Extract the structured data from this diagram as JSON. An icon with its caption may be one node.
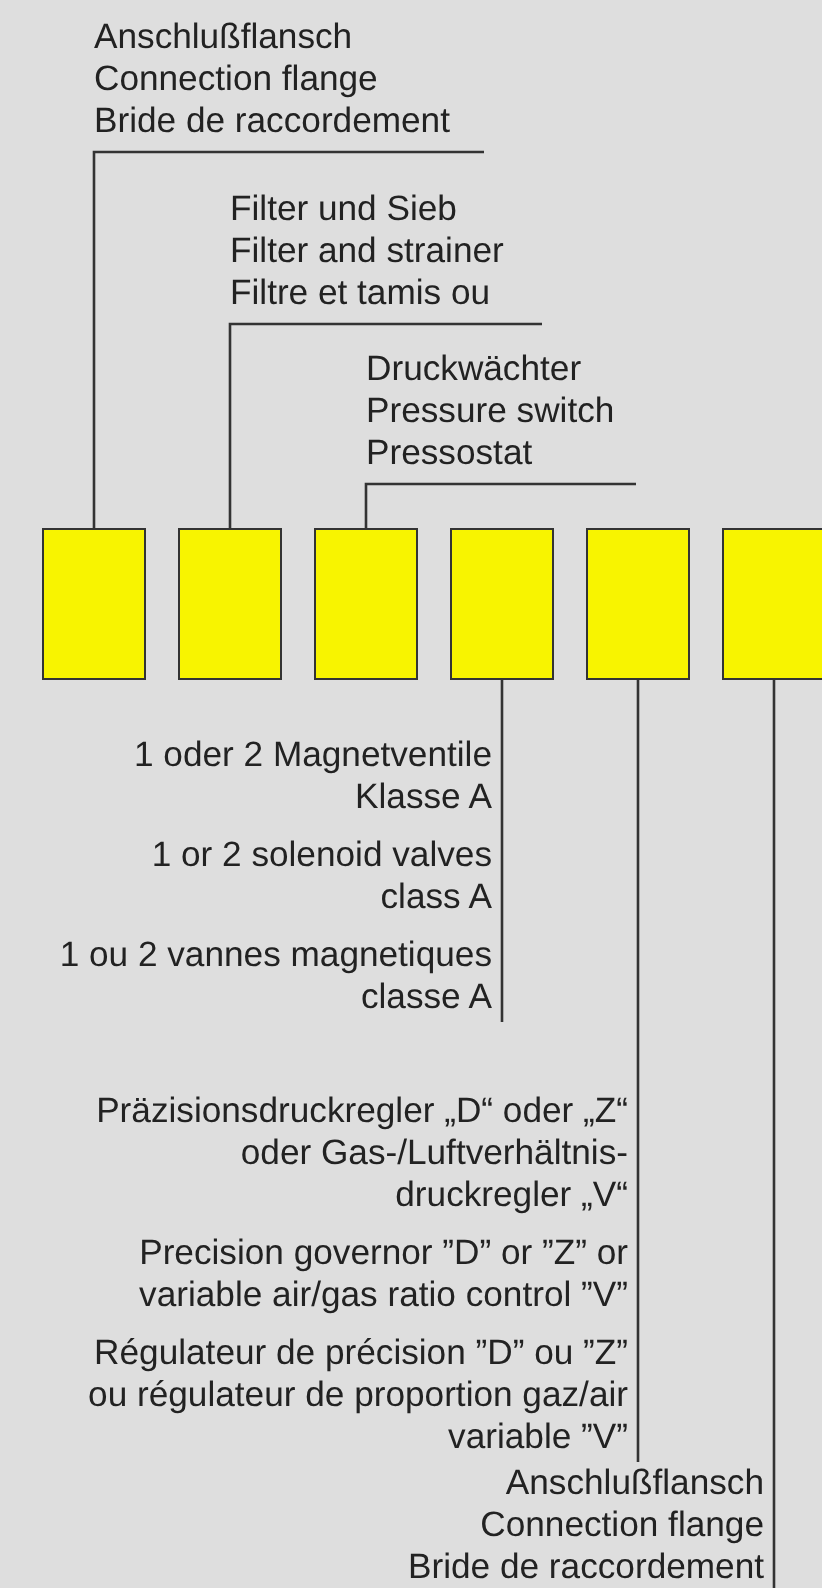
{
  "diagram": {
    "nodes": [
      {
        "text": [
          "Anschlußflansch",
          "Connection flange",
          "Bride de raccordement"
        ]
      },
      {
        "text": [
          "Filter und Sieb",
          "Filter and strainer",
          "Filtre et tamis ou"
        ]
      },
      {
        "text": [
          "Druckwächter",
          "Pressure switch",
          "Pressostat"
        ]
      },
      {
        "text": [],
        "shape": "box"
      },
      {
        "text": [],
        "shape": "box"
      },
      {
        "text": [],
        "shape": "box"
      },
      {
        "text": [],
        "shape": "box"
      },
      {
        "text": [],
        "shape": "box"
      },
      {
        "text": [],
        "shape": "box"
      },
      {
        "text": [
          "1 oder 2 Magnetventile Klasse A",
          "1 or 2 solenoid valves class A",
          "1 ou 2 vannes magnetiques classe A"
        ]
      },
      {
        "text": [
          "Präzisionsdruckregler „D“ oder „Z“ oder Gas-/Luftverhältnis- druckregler „V“",
          "Precision governor ”D” or ”Z” or variable air/gas ratio control ”V”",
          "Régulateur de précision ”D” ou ”Z” ou régulateur de proportion gaz/air variable ”V”"
        ]
      },
      {
        "text": [
          "Anschlußflansch",
          "Connection flange",
          "Bride de raccordement"
        ]
      }
    ],
    "edges": [
      {
        "from": 0,
        "to": 3,
        "arrow": "none"
      },
      {
        "from": 1,
        "to": 4,
        "arrow": "none"
      },
      {
        "from": 2,
        "to": 5,
        "arrow": "none"
      },
      {
        "from": 9,
        "to": 6,
        "arrow": "none"
      },
      {
        "from": 10,
        "to": 7,
        "arrow": "none"
      },
      {
        "from": 11,
        "to": 8,
        "arrow": "none"
      }
    ]
  }
}
